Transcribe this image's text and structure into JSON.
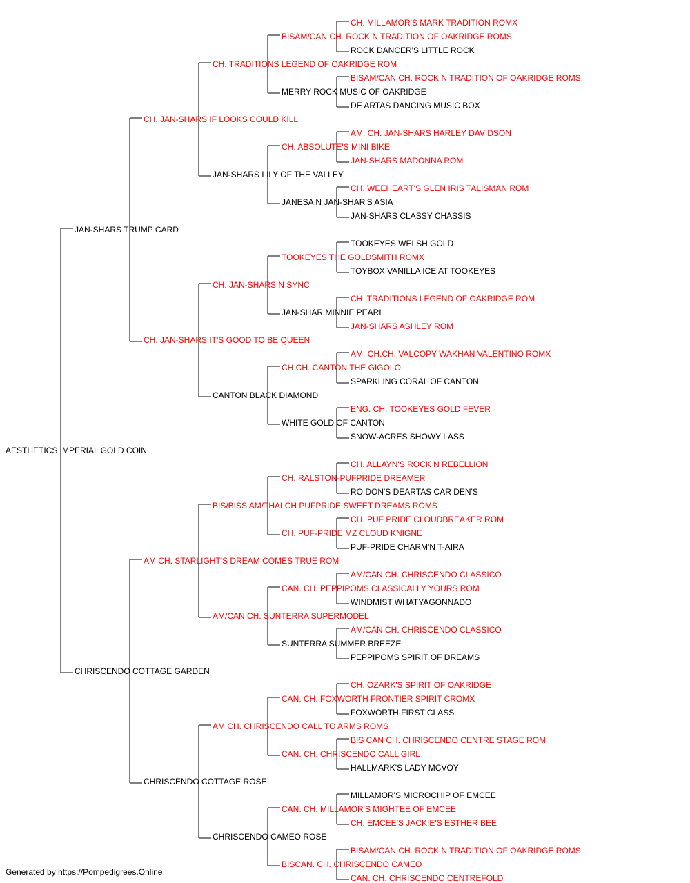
{
  "pedigree": {
    "colors": {
      "champion": "#ff0000",
      "normal": "#000000",
      "line": "#000000"
    },
    "generations": [
      [
        {
          "name": "AESTHETICS IMPERIAL GOLD COIN",
          "champion": false
        }
      ],
      [
        {
          "name": "JAN-SHARS TRUMP CARD",
          "champion": false
        },
        {
          "name": "CHRISCENDO COTTAGE GARDEN",
          "champion": false
        }
      ],
      [
        {
          "name": "CH. JAN-SHARS IF LOOKS COULD KILL",
          "champion": true
        },
        {
          "name": "CH. JAN-SHARS IT'S GOOD TO BE QUEEN",
          "champion": true
        },
        {
          "name": "AM CH. STARLIGHT'S DREAM COMES TRUE ROM",
          "champion": true
        },
        {
          "name": "CHRISCENDO COTTAGE ROSE",
          "champion": false
        }
      ],
      [
        {
          "name": "CH. TRADITIONS LEGEND OF OAKRIDGE ROM",
          "champion": true
        },
        {
          "name": "JAN-SHARS LILY OF THE VALLEY",
          "champion": false
        },
        {
          "name": "CH. JAN-SHARS N SYNC",
          "champion": true
        },
        {
          "name": "CANTON BLACK DIAMOND",
          "champion": false
        },
        {
          "name": "BIS/BISS AM/THAI CH PUFPRIDE SWEET DREAMS ROMS",
          "champion": true
        },
        {
          "name": "AM/CAN CH. SUNTERRA SUPERMODEL",
          "champion": true
        },
        {
          "name": "AM CH. CHRISCENDO CALL TO ARMS ROMS",
          "champion": true
        },
        {
          "name": "CHRISCENDO CAMEO ROSE",
          "champion": false
        }
      ],
      [
        {
          "name": "BISAM/CAN CH. ROCK N TRADITION OF OAKRIDGE ROMS",
          "champion": true
        },
        {
          "name": "MERRY ROCK MUSIC OF OAKRIDGE",
          "champion": false
        },
        {
          "name": "CH. ABSOLUTE'S MINI BIKE",
          "champion": true
        },
        {
          "name": "JANESA N JAN-SHAR'S ASIA",
          "champion": false
        },
        {
          "name": "TOOKEYES THE GOLDSMITH ROMX",
          "champion": true
        },
        {
          "name": "JAN-SHAR MINNIE PEARL",
          "champion": false
        },
        {
          "name": "CH.CH. CANTON THE GIGOLO",
          "champion": true
        },
        {
          "name": "WHITE GOLD OF CANTON",
          "champion": false
        },
        {
          "name": "CH. RALSTON-PUFPRIDE DREAMER",
          "champion": true
        },
        {
          "name": "CH. PUF-PRIDE MZ CLOUD KNIGNE",
          "champion": true
        },
        {
          "name": "CAN. CH. PEPPIPOMS CLASSICALLY YOURS ROM",
          "champion": true
        },
        {
          "name": "SUNTERRA SUMMER BREEZE",
          "champion": false
        },
        {
          "name": "CAN. CH. FOXWORTH FRONTIER SPIRIT CROMX",
          "champion": true
        },
        {
          "name": "CAN. CH. CHRISCENDO CALL GIRL",
          "champion": true
        },
        {
          "name": "CAN. CH. MILLAMOR'S MIGHTEE OF EMCEE",
          "champion": true
        },
        {
          "name": "BISCAN. CH. CHRISCENDO CAMEO",
          "champion": true
        }
      ],
      [
        {
          "name": "CH. MILLAMOR'S MARK TRADITION ROMX",
          "champion": true
        },
        {
          "name": "ROCK DANCER'S LITTLE ROCK",
          "champion": false
        },
        {
          "name": "BISAM/CAN CH. ROCK N TRADITION OF OAKRIDGE ROMS",
          "champion": true
        },
        {
          "name": "DE ARTAS DANCING MUSIC BOX",
          "champion": false
        },
        {
          "name": "AM. CH. JAN-SHARS HARLEY DAVIDSON",
          "champion": true
        },
        {
          "name": "JAN-SHARS MADONNA ROM",
          "champion": true
        },
        {
          "name": "CH. WEEHEART'S GLEN IRIS TALISMAN ROM",
          "champion": true
        },
        {
          "name": "JAN-SHARS CLASSY CHASSIS",
          "champion": false
        },
        {
          "name": "TOOKEYES WELSH GOLD",
          "champion": false
        },
        {
          "name": "TOYBOX VANILLA ICE AT TOOKEYES",
          "champion": false
        },
        {
          "name": "CH. TRADITIONS LEGEND OF OAKRIDGE ROM",
          "champion": true
        },
        {
          "name": "JAN-SHARS ASHLEY ROM",
          "champion": true
        },
        {
          "name": "AM. CH.CH. VALCOPY WAKHAN VALENTINO ROMX",
          "champion": true
        },
        {
          "name": "SPARKLING CORAL OF CANTON",
          "champion": false
        },
        {
          "name": "ENG. CH. TOOKEYES GOLD FEVER",
          "champion": true
        },
        {
          "name": "SNOW-ACRES SHOWY LASS",
          "champion": false
        },
        {
          "name": "CH. ALLAYN'S ROCK N REBELLION",
          "champion": true
        },
        {
          "name": "RO DON'S DEARTAS CAR DEN'S",
          "champion": false
        },
        {
          "name": "CH. PUF PRIDE CLOUDBREAKER ROM",
          "champion": true
        },
        {
          "name": "PUF-PRIDE CHARM'N T-AIRA",
          "champion": false
        },
        {
          "name": "AM/CAN CH. CHRISCENDO CLASSICO",
          "champion": true
        },
        {
          "name": "WINDMIST WHATYAGONNADO",
          "champion": false
        },
        {
          "name": "AM/CAN CH. CHRISCENDO CLASSICO",
          "champion": true
        },
        {
          "name": "PEPPIPOMS SPIRIT OF DREAMS",
          "champion": false
        },
        {
          "name": "CH. OZARK'S SPIRIT OF OAKRIDGE",
          "champion": true
        },
        {
          "name": "FOXWORTH FIRST CLASS",
          "champion": false
        },
        {
          "name": "BIS CAN CH. CHRISCENDO CENTRE STAGE ROM",
          "champion": true
        },
        {
          "name": "HALLMARK'S LADY MCVOY",
          "champion": false
        },
        {
          "name": "MILLAMOR'S MICROCHIP OF EMCEE",
          "champion": false
        },
        {
          "name": "CH. EMCEE'S JACKIE'S ESTHER BEE",
          "champion": true
        },
        {
          "name": "BISAM/CAN CH. ROCK N TRADITION OF OAKRIDGE ROMS",
          "champion": true
        },
        {
          "name": "CAN. CH. CHRISCENDO CENTREFOLD",
          "champion": true
        }
      ]
    ]
  },
  "footer": {
    "text": "Generated by https://Pompedigrees.Online"
  }
}
